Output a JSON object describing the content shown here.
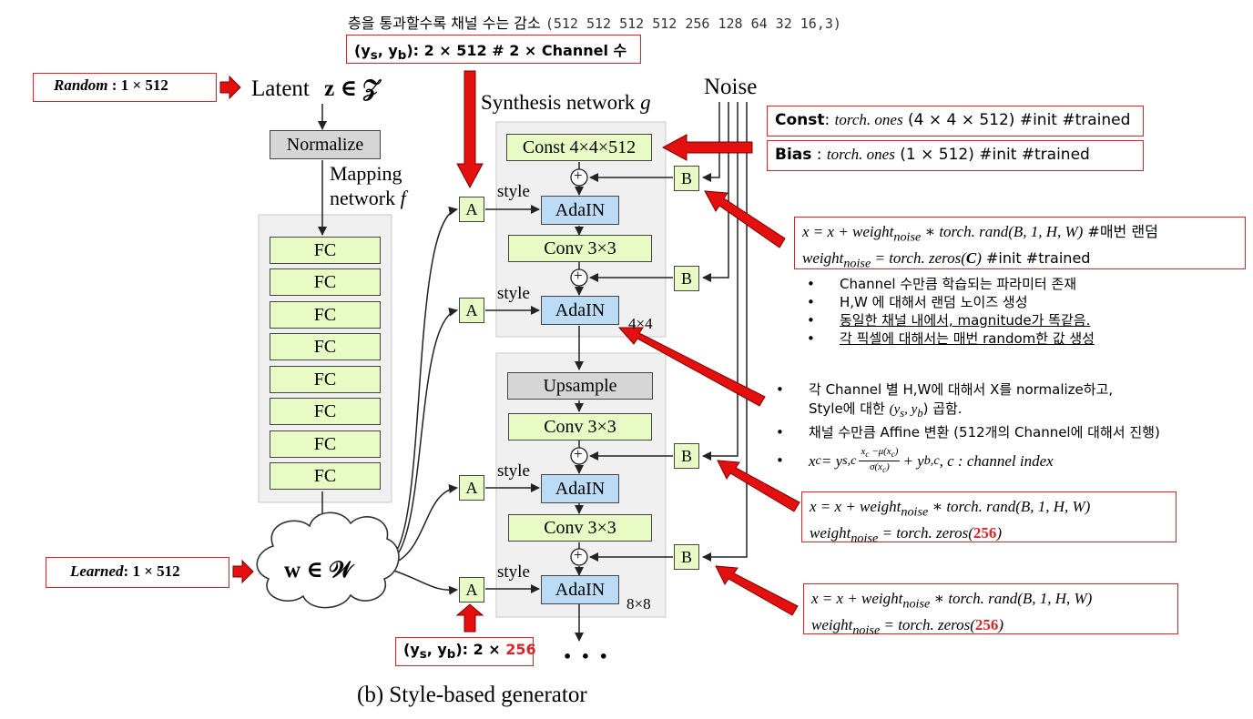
{
  "top_note": "층을 통과할수록 채널 수는 감소",
  "top_note_channels": "(512 512 512 512 256 128 64 32 16,3)",
  "ys_yb_top": {
    "lhs": "(y",
    "lhs_s": "s",
    "lhs_mid": ", y",
    "lhs_b": "b",
    "rhs": "): 2 × 512  # 2 × Channel 수"
  },
  "random_box": {
    "label": "Random",
    "rhs": " : 1 × 512"
  },
  "learned_box": {
    "label": "Learned",
    "rhs": ": 1 × 512"
  },
  "ys_yb_bottom": {
    "lhs": "(y",
    "lhs_s": "s",
    "lhs_mid": ", y",
    "lhs_b": "b",
    "rhs1": "): 2 × ",
    "rhs2": "256"
  },
  "diagram": {
    "latent": "Latent",
    "latent_math": "z ∈ 𝒵",
    "normalize": "Normalize",
    "mapping1": "Mapping",
    "mapping2": "network",
    "mapping_f": "f",
    "fc_layers": [
      "FC",
      "FC",
      "FC",
      "FC",
      "FC",
      "FC",
      "FC",
      "FC"
    ],
    "w_math": "w ∈ 𝒲",
    "synthesis": "Synthesis network",
    "synthesis_g": "g",
    "noise": "Noise",
    "const": "Const 4×4×512",
    "adain": "AdaIN",
    "conv": "Conv 3×3",
    "upsample": "Upsample",
    "style": "style",
    "a": "A",
    "b": "B",
    "plus": "+",
    "res4": "4×4",
    "res8": "8×8",
    "ellipsis": "• • •",
    "caption": "(b) Style-based generator"
  },
  "const_box": {
    "label": "Const",
    "rhs1": ": ",
    "fn": "torch. ones",
    "rhs2": " (4 × 4 × 512) #init #trained"
  },
  "bias_box": {
    "label": "Bias",
    "rhs1": " : ",
    "fn": "torch. ones",
    "rhs2": " (1 × 512) #init #trained"
  },
  "noise_box1": {
    "line1": "x = x + weight",
    "sub": "noise",
    "line1b": " ∗ torch. rand(B, 1, H, W)",
    "line1c": "  #매번 랜덤",
    "line2": "weight",
    "line2b": " = torch. zeros(",
    "line2c": "C",
    "line2d": ")",
    "line2e": "  #init #trained"
  },
  "noise_bullets": [
    "Channel 수만큼 학습되는 파라미터 존재",
    "H,W 에 대해서 랜덤 노이즈 생성",
    "동일한 채널 내에서, magnitude가 똑같음.",
    "각 픽셀에 대해서는 매번 random한 값 생성"
  ],
  "adain_bullets": {
    "b1a": "각 Channel 별 H,W에 대해서 X를 normalize하고,",
    "b1b_pre": "Style에 대한 ",
    "b1b_math": "(y",
    "b1b_s": "s",
    "b1b_mid": ", y",
    "b1b_b": "b",
    "b1b_post": ") 곱함.",
    "b2": "채널 수만큼 Affine 변환 (512개의 Channel에 대해서 진행)",
    "b3_lhs": "x",
    "b3_c": "c",
    "b3_eq": " = y",
    "b3_sc": "s,c",
    "b3_num": "x",
    "b3_numsub": "c",
    "b3_num2": " −μ(x",
    "b3_num3": ")",
    "b3_den": "σ(x",
    "b3_den2": ")",
    "b3_plus": " + y",
    "b3_bc": "b,c",
    "b3_tail": " ,  c : channel index"
  },
  "noise_box2": {
    "line1": "x = x + weight",
    "sub": "noise",
    "line1b": " ∗ torch. rand(B, 1, H, W)",
    "line2": "weight",
    "line2b": " = torch. zeros(",
    "val": "256",
    "line2d": ")"
  },
  "noise_box3": {
    "line1": "x = x + weight",
    "sub": "noise",
    "line1b": " ∗ torch. rand(B, 1, H, W)",
    "line2": "weight",
    "line2b": " = torch. zeros(",
    "val": "256",
    "line2d": ")"
  },
  "colors": {
    "annotation_red": "#d9242a",
    "fc_green": "#e9fbc4",
    "adain_blue": "#bcdcf5",
    "panel_gray": "#f0f0f0"
  }
}
